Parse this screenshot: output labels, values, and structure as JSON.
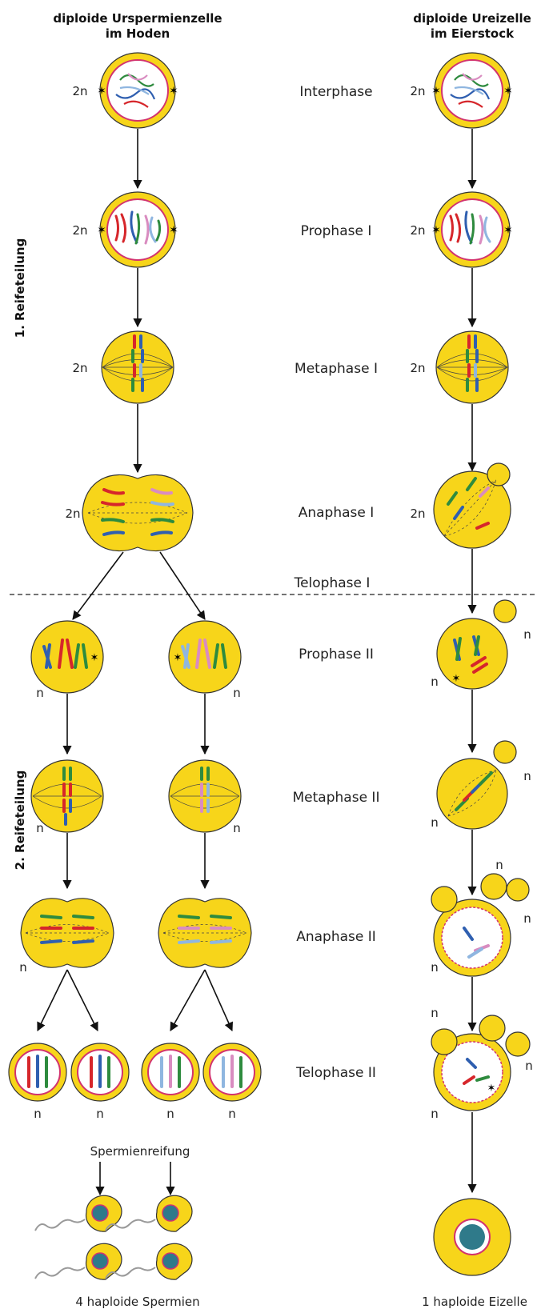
{
  "headers": {
    "left_line1": "diploide Urspermienzelle",
    "left_line2": "im Hoden",
    "right_line1": "diploide Ureizelle",
    "right_line2": "im Eierstock"
  },
  "sections": {
    "first": "1. Reifeteilung",
    "second": "2. Reifeteilung"
  },
  "phases": {
    "interphase": "Interphase",
    "prophase1": "Prophase I",
    "metaphase1": "Metaphase I",
    "anaphase1": "Anaphase I",
    "telophase1": "Telophase I",
    "prophase2": "Prophase II",
    "metaphase2": "Metaphase II",
    "anaphase2": "Anaphase II",
    "telophase2": "Telophase II"
  },
  "ploidy": {
    "diploid": "2n",
    "haploid": "n"
  },
  "labels": {
    "spermienreifung": "Spermienreifung",
    "sperm_result": "4 haploide Spermien",
    "egg_result": "1 haploide Eizelle"
  },
  "colors": {
    "cell_fill": "#f7d51a",
    "nucleus_ring": "#d2336e",
    "chromosome_red": "#d6262b",
    "chromosome_blue": "#2f5fb0",
    "chromosome_green": "#2e8b3e",
    "chromosome_pink": "#d98cc0",
    "chromosome_lightblue": "#8fb6e0"
  }
}
